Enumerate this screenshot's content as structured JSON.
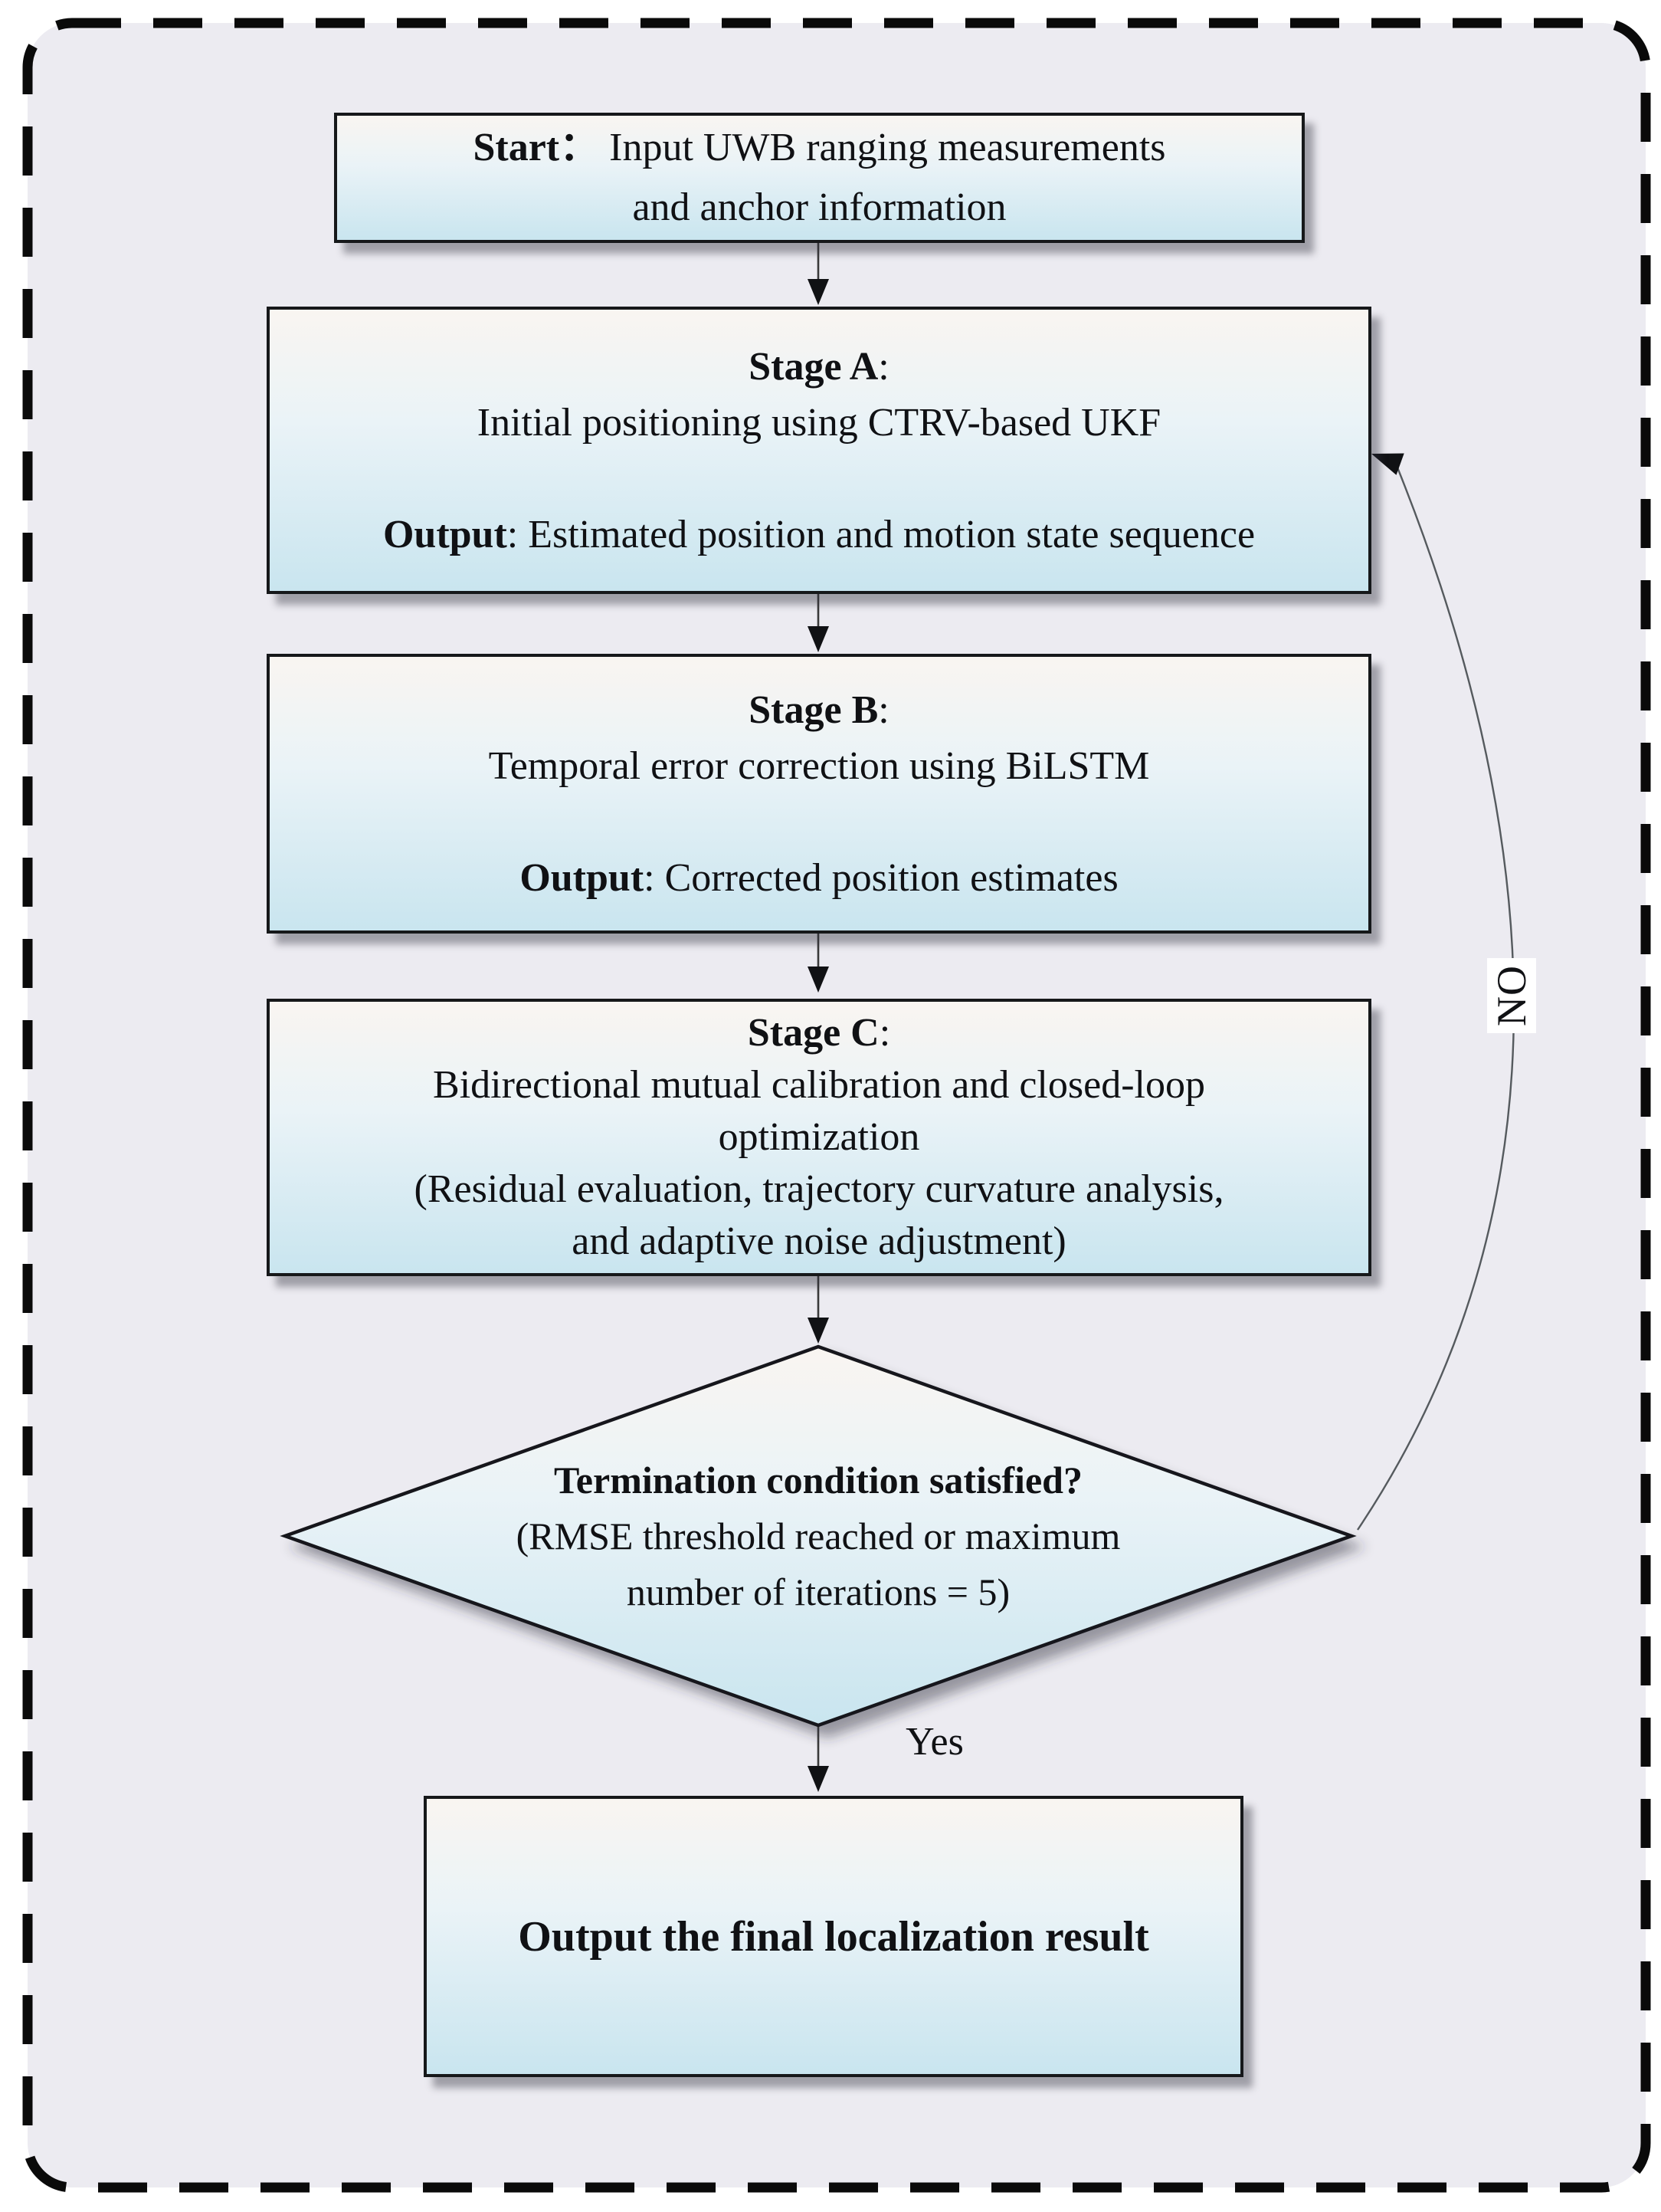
{
  "figure": {
    "type": "flowchart",
    "colors": {
      "inner_background": "#ecebf1",
      "box_gradient_top": "#f9f5f1",
      "box_gradient_mid": "#eaf3f7",
      "box_gradient_bottom": "#c9e5ef",
      "box_border": "#16181a",
      "dashed_frame": "#0a0a0a",
      "connector": "#3a3a3a"
    }
  },
  "nodes": {
    "start": {
      "bold": "Start：",
      "rest": " Input UWB ranging measurements",
      "line2": "and anchor information"
    },
    "stage_a": {
      "title": "Stage A",
      "colon": ":",
      "desc": "Initial positioning using CTRV-based UKF",
      "output_label": "Output",
      "output_rest": ": Estimated position and motion state sequence"
    },
    "stage_b": {
      "title": "Stage B",
      "colon": ":",
      "desc": "Temporal error correction using BiLSTM",
      "output_label": "Output",
      "output_rest": ": Corrected position estimates"
    },
    "stage_c": {
      "title": "Stage C",
      "colon": ":",
      "lines": [
        "Bidirectional mutual calibration and closed-loop",
        "optimization",
        "(Residual evaluation, trajectory curvature analysis,",
        "and adaptive noise adjustment)"
      ]
    },
    "decision": {
      "question_bold": "Termination condition satisfied?",
      "line2": "(RMSE threshold reached or maximum",
      "line3": "number of iterations = 5)"
    },
    "final_output": {
      "label": "Output the final localization result"
    }
  },
  "edges": {
    "yes_label": "Yes",
    "no_label": "NO"
  }
}
